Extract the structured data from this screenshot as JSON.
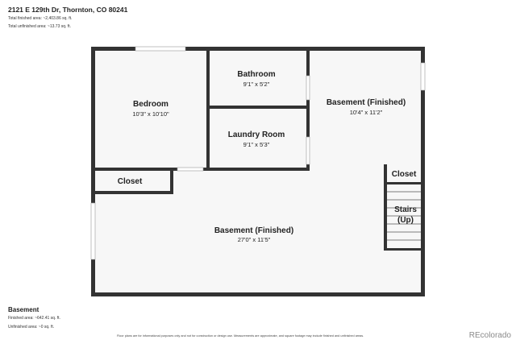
{
  "header": {
    "address": "2121 E 129th Dr, Thornton, CO 80241",
    "total_finished": "Total finished area: ~2,403.86 sq. ft.",
    "total_unfinished": "Total unfinished area: ~13.73 sq. ft."
  },
  "level": {
    "name": "Basement",
    "finished": "Finished area: ~642.41 sq. ft.",
    "unfinished": "Unfinished area: ~0 sq. ft."
  },
  "disclaimer": "Floor plans are for informational purposes only and not for construction or design use. Measurements are approximate, and square footage may include finished and unfinished areas.",
  "brand": "REcolorado",
  "rooms": {
    "bedroom": {
      "name": "Bedroom",
      "dim": "10'3\" x 10'10\""
    },
    "bathroom": {
      "name": "Bathroom",
      "dim": "9'1\" x 5'2\""
    },
    "basement_right": {
      "name": "Basement (Finished)",
      "dim": "10'4\" x 11'2\""
    },
    "laundry": {
      "name": "Laundry Room",
      "dim": "9'1\" x 5'3\""
    },
    "closet_left": {
      "name": "Closet"
    },
    "closet_right": {
      "name": "Closet"
    },
    "stairs": {
      "line1": "Stairs",
      "line2": "(Up)"
    },
    "basement_main": {
      "name": "Basement (Finished)",
      "dim": "27'0\" x 11'5\""
    }
  },
  "colors": {
    "wall": "#333333",
    "floor": "#f7f7f7"
  }
}
